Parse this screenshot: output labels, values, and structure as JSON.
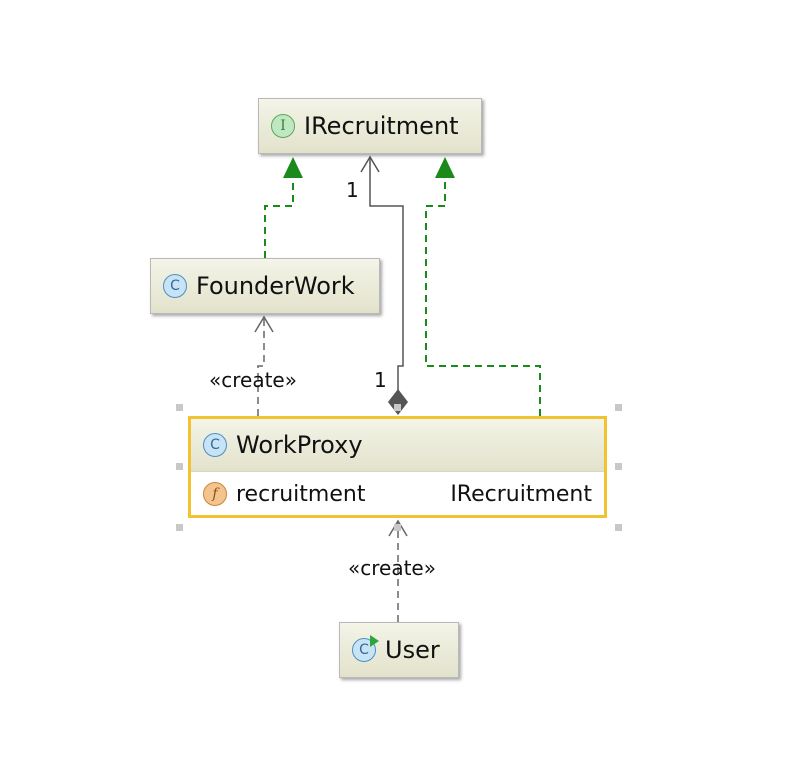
{
  "nodes": {
    "irecruitment": {
      "badge": "I",
      "name": "IRecruitment"
    },
    "founderwork": {
      "badge": "C",
      "name": "FounderWork"
    },
    "workproxy": {
      "badge": "C",
      "name": "WorkProxy",
      "field": {
        "badge": "f",
        "name": "recruitment",
        "type": "IRecruitment"
      }
    },
    "user": {
      "badge": "C",
      "name": "User"
    }
  },
  "edges": {
    "create_founderwork": "«create»",
    "create_workproxy": "«create»",
    "multiplicity_top": "1",
    "multiplicity_bottom": "1"
  },
  "colors": {
    "realization": "#1a8a1a",
    "dependency": "#666666",
    "association": "#555555",
    "selection": "#f1c232"
  }
}
